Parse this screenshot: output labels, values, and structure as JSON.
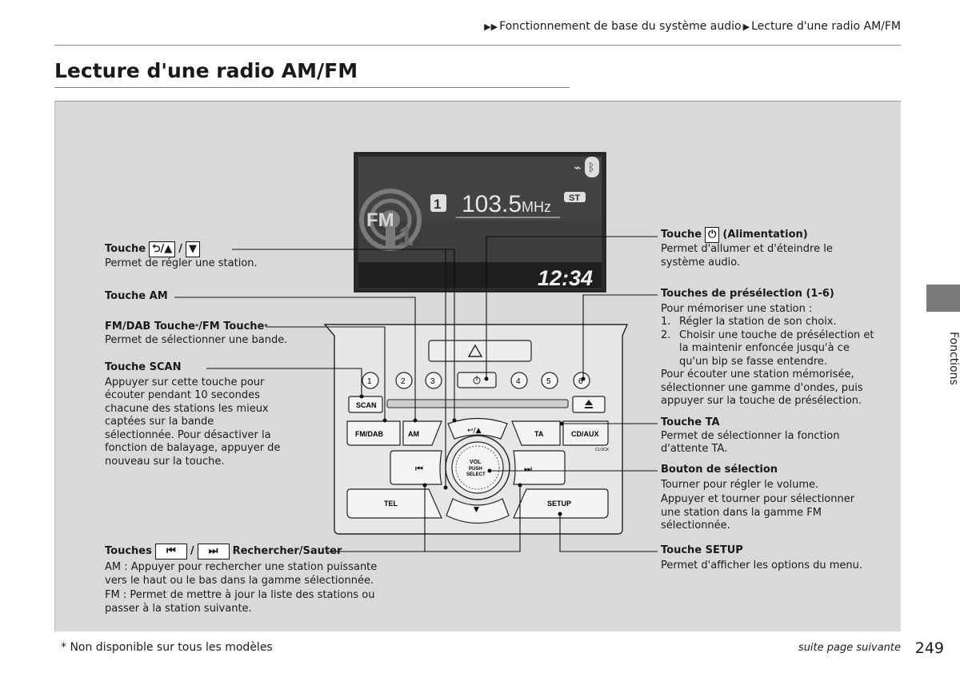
{
  "breadcrumb": {
    "part1": "Fonctionnement de base du système audio",
    "part2": "Lecture d'une radio AM/FM"
  },
  "title": "Lecture d'une radio AM/FM",
  "side_tab": "Fonctions",
  "display": {
    "preset": "1",
    "frequency": "103.5",
    "unit": "MHz",
    "stereo": "ST",
    "band": "FM",
    "clock": "12:34"
  },
  "unit": {
    "presets": [
      "1",
      "2",
      "3",
      "4",
      "5",
      "6"
    ],
    "scan": "SCAN",
    "fmdab": "FM/DAB",
    "am": "AM",
    "ta": "TA",
    "cdaux": "CD/AUX",
    "clock_label": "CLOCK",
    "tel": "TEL",
    "setup": "SETUP",
    "knob": [
      "VOL",
      "PUSH",
      "SELECT"
    ]
  },
  "callouts": {
    "tune_label": "Touche",
    "tune_desc": "Permet de régler une station.",
    "am_label": "Touche AM",
    "band_label": "FM/DAB Touche",
    "band_label2": "/FM Touche",
    "band_desc": "Permet de sélectionner une bande.",
    "scan_label": "Touche SCAN",
    "scan_desc": "Appuyer sur cette touche pour écouter pendant 10 secondes chacune des stations les mieux captées sur la bande sélectionnée. Pour désactiver la fonction de balayage, appuyer de nouveau sur la touche.",
    "seek_label": "Touches",
    "seek_label2": "Rechercher/Sauter",
    "seek_desc1": "AM : Appuyer pour rechercher une station puissante vers le haut ou le bas dans la gamme sélectionnée.",
    "seek_desc2": "FM : Permet de mettre à jour la liste des stations ou passer à la station suivante.",
    "power_label": "Touche",
    "power_label2": "(Alimentation)",
    "power_desc": "Permet d'allumer et d'éteindre le système audio.",
    "preset_label": "Touches de présélection (1-6)",
    "preset_intro": "Pour mémoriser une station :",
    "preset_step1": "Régler la station de son choix.",
    "preset_step2": "Choisir une touche de présélection et la maintenir enfoncée jusqu'à ce qu'un bip se fasse entendre.",
    "preset_outro": "Pour écouter une station mémorisée, sélectionner une gamme d'ondes, puis appuyer sur la touche de présélection.",
    "ta_label": "Touche TA",
    "ta_desc": "Permet de sélectionner la fonction d'attente TA.",
    "select_label": "Bouton de sélection",
    "select_desc1": "Tourner pour régler le volume.",
    "select_desc2": "Appuyer et tourner pour sélectionner une station dans la gamme FM sélectionnée.",
    "setup_label": "Touche SETUP",
    "setup_desc": "Permet d'afficher les options du menu."
  },
  "footnote": "* Non disponible sur tous les modèles",
  "footer_next": "suite page suivante",
  "page_number": "249"
}
